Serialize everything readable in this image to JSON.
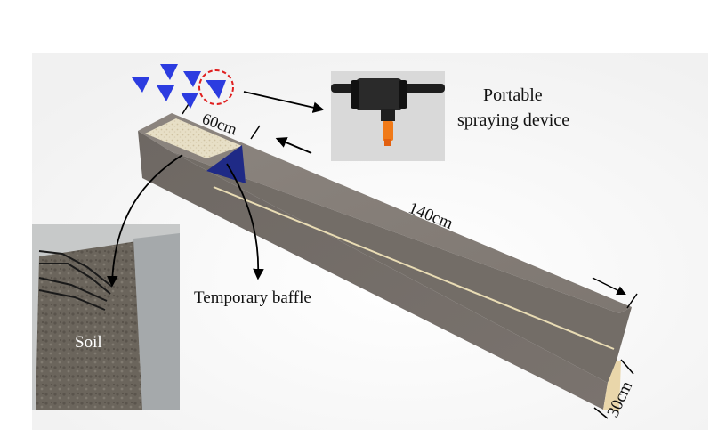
{
  "labels": {
    "portable_line1": "Portable",
    "portable_line2": "spraying device",
    "width_top": "60cm",
    "length": "140cm",
    "height": "30cm",
    "baffle": "Temporary baffle",
    "soil": "Soil"
  },
  "colors": {
    "box_side": "#77706b",
    "box_top": "#87807a",
    "box_end": "#e9d6aa",
    "soil_fill": "#e6ddc4",
    "baffle": "#1f2a86",
    "nozzle": "#2c3ce0",
    "highlight_circle": "#e02020",
    "spray_tip": "#f07a18"
  },
  "icons": [
    "spray-nozzle-icon",
    "pipe-fitting-photo",
    "soil-photo"
  ]
}
